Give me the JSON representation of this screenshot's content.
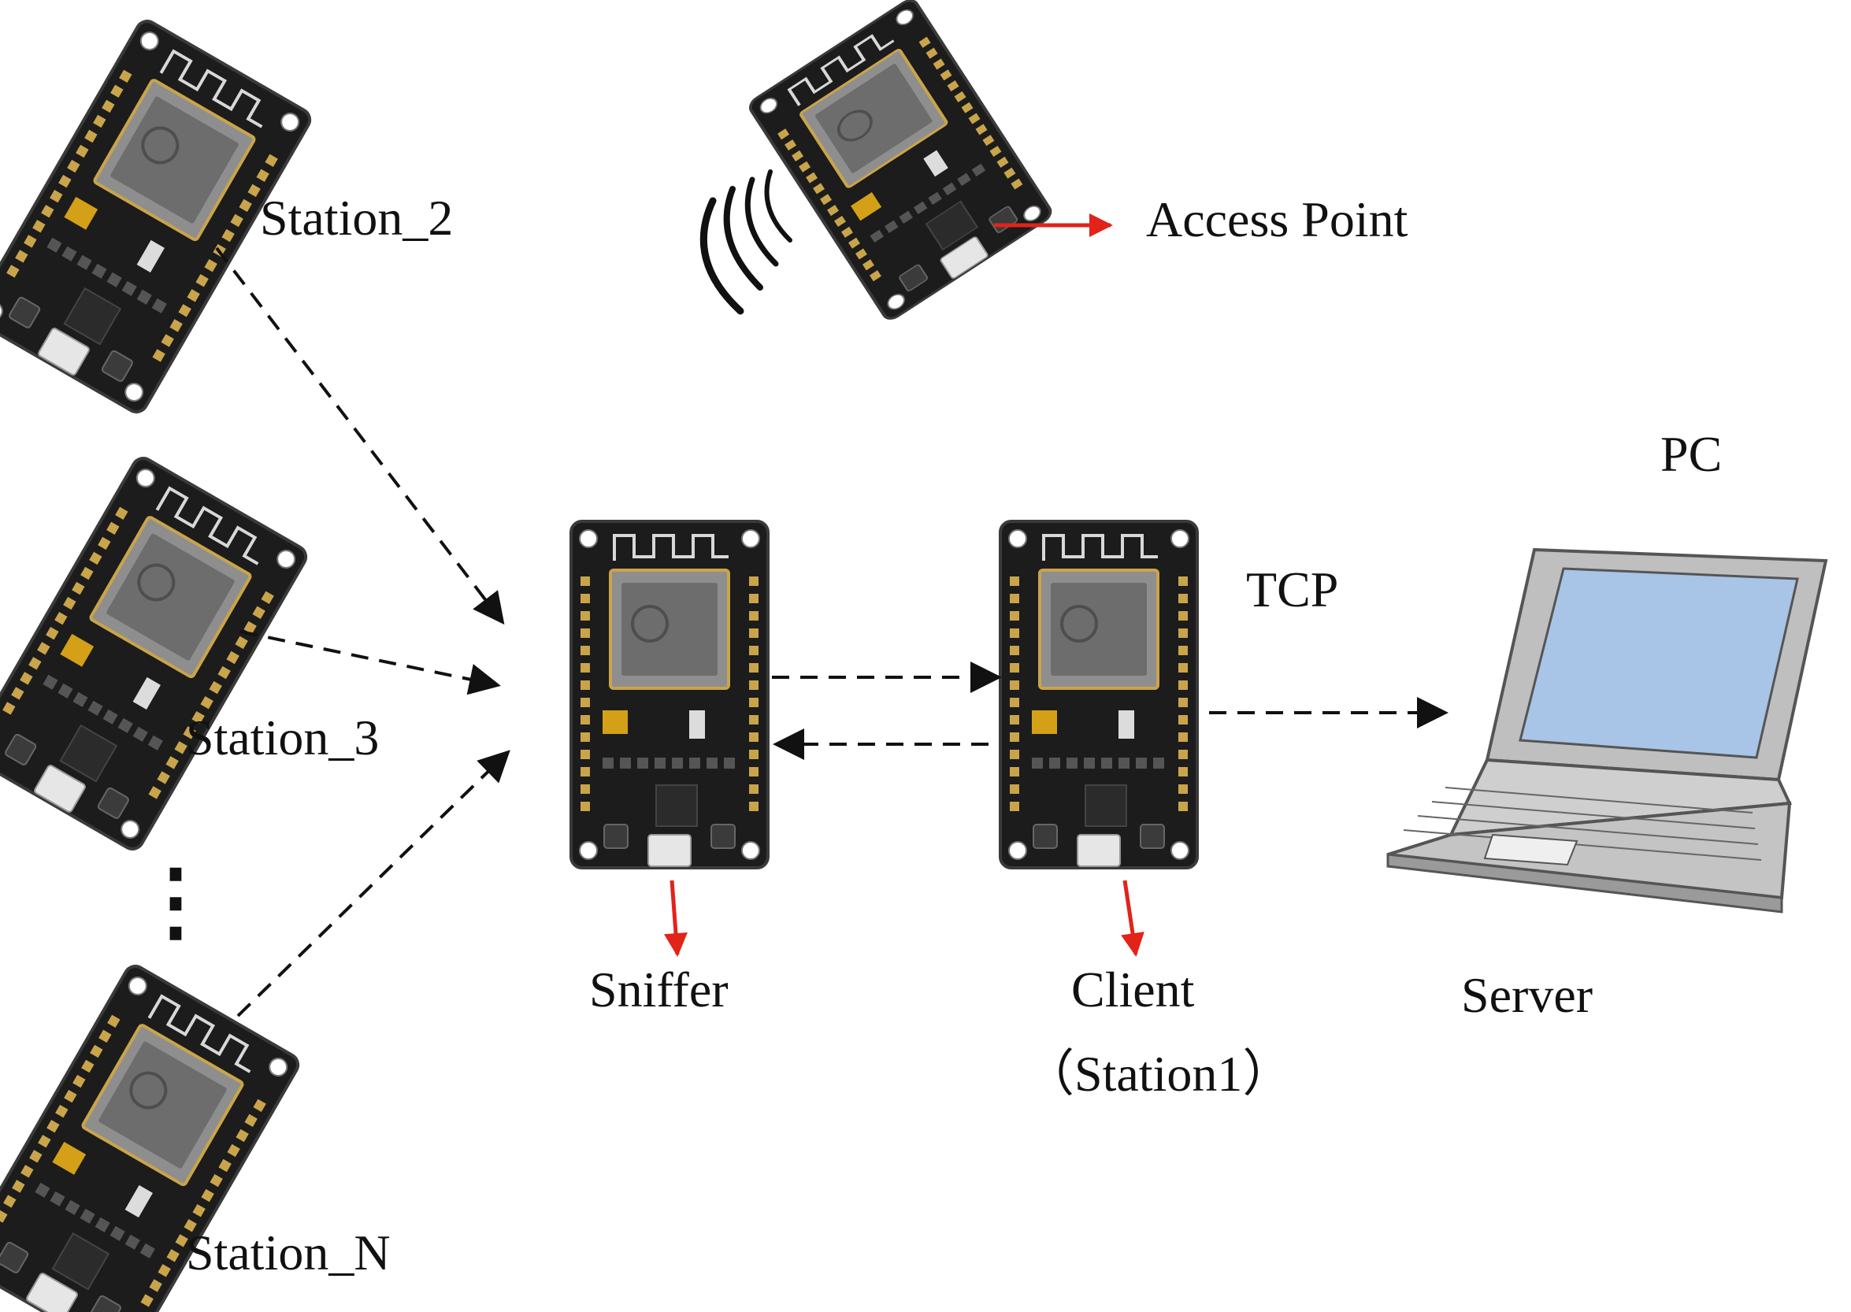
{
  "labels": {
    "station_2": "Station_2",
    "station_3": "Station_3",
    "station_n": "Station_N",
    "ellipsis": "⋮",
    "access_point": "Access Point",
    "sniffer": "Sniffer",
    "client": "Client",
    "client_sub": "（Station1）",
    "tcp": "TCP",
    "pc": "PC",
    "server": "Server"
  },
  "icons": {
    "board": "nodemcu-board-icon",
    "laptop": "laptop-icon",
    "signal": "wifi-signal-icon"
  },
  "colors": {
    "board": "#1c1c1c",
    "board_edge": "#3a3a3a",
    "module": "#8e8e8e",
    "pins": "#c9a44a",
    "dashed_arrow": "#111111",
    "red_arrow": "#e2231a",
    "laptop_body": "#bfbfbf",
    "laptop_screen": "#a8c4e6"
  }
}
